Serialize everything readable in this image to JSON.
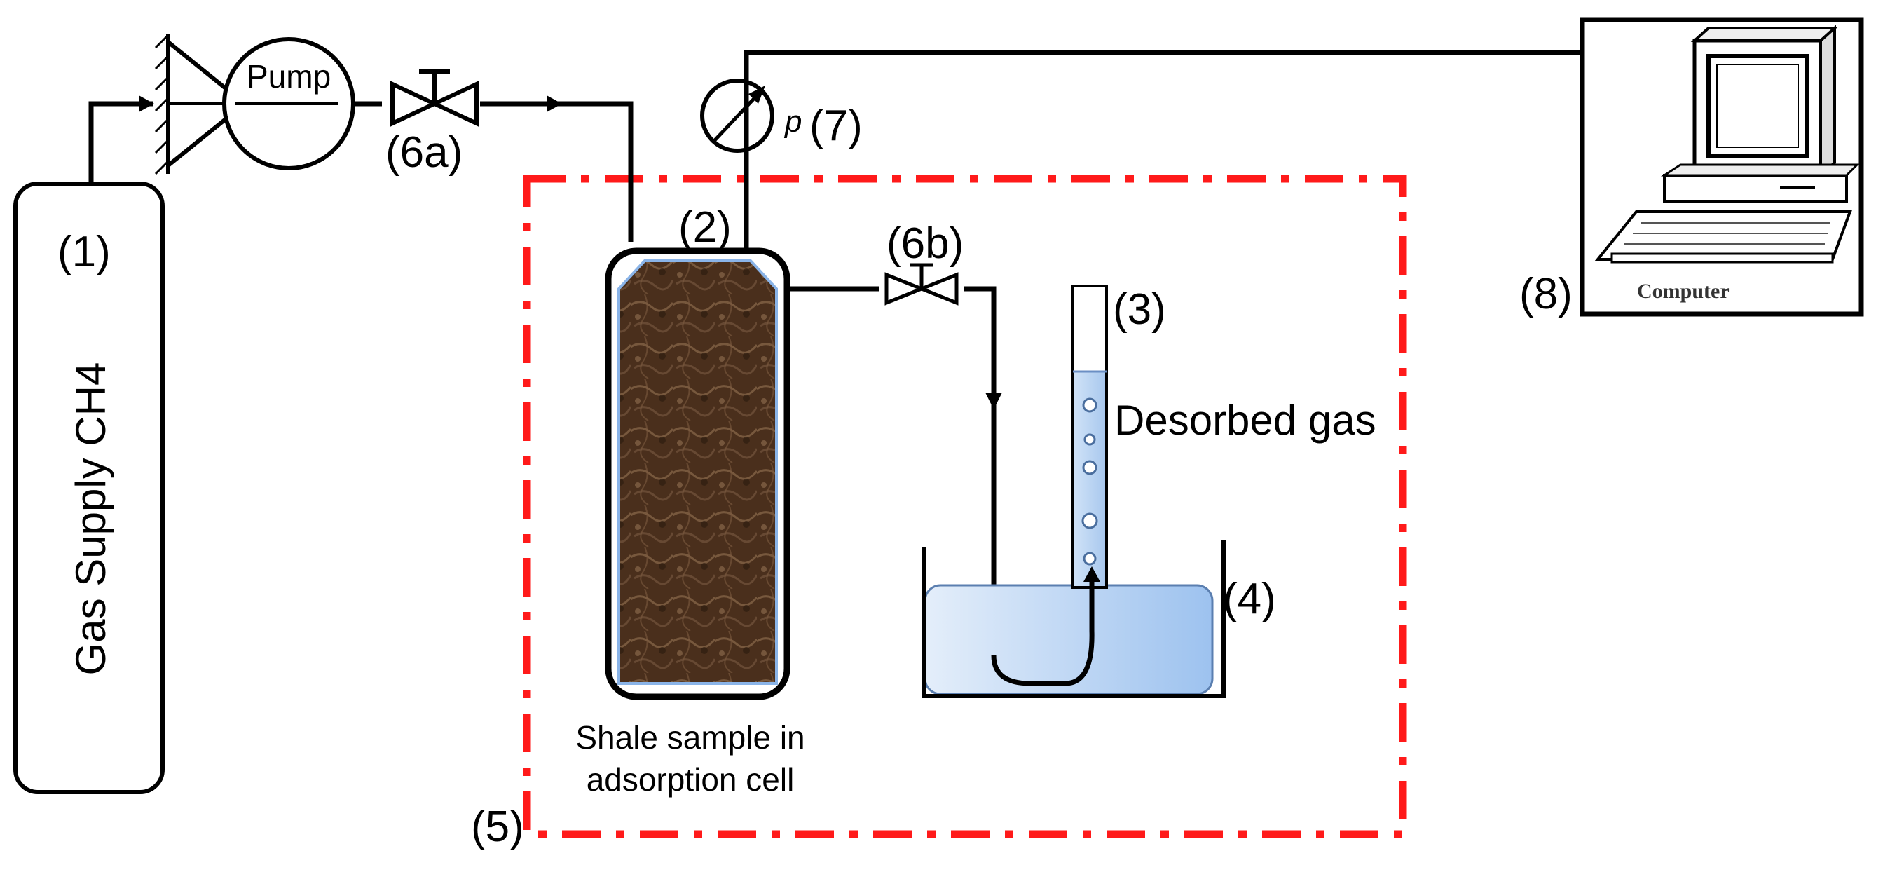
{
  "diagram": {
    "labels": {
      "gas_supply_num": "(1)",
      "gas_supply_text": "Gas Supply CH4",
      "pump": "Pump",
      "valve_a": "(6a)",
      "cell_num": "(2)",
      "valve_b": "(6b)",
      "gauge_p": "p",
      "gauge_num": "(7)",
      "tube_num": "(3)",
      "desorbed": "Desorbed gas",
      "bath_num": "(4)",
      "shale_line1": "Shale sample in",
      "shale_line2": "adsorption cell",
      "box_num": "(5)",
      "computer_num": "(8)",
      "computer_label": "Computer"
    },
    "colors": {
      "boundary": "#ff1a1a",
      "shale": "#4a2f1c",
      "water": "#b9d3f2",
      "pipe": "#000000"
    }
  }
}
